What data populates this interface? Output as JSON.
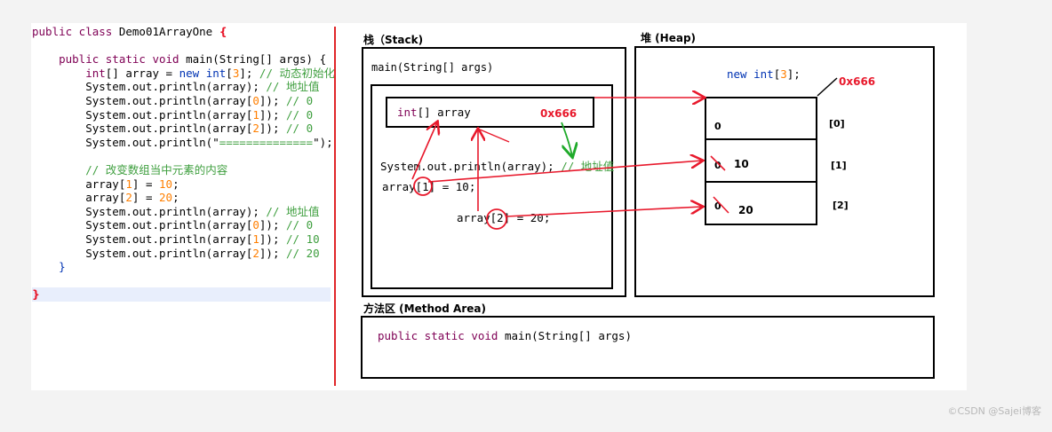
{
  "code_lines": [
    [
      {
        "t": "public class ",
        "c": "kw"
      },
      {
        "t": "Demo01ArrayOne ",
        "c": ""
      },
      {
        "t": "{",
        "c": "red"
      }
    ],
    [],
    [
      {
        "t": "    public static void ",
        "c": "kw"
      },
      {
        "t": "main(String[] args) {",
        "c": ""
      }
    ],
    [
      {
        "t": "        int",
        "c": "kw"
      },
      {
        "t": "[] array = ",
        "c": ""
      },
      {
        "t": "new int",
        "c": "kwb"
      },
      {
        "t": "[",
        "c": ""
      },
      {
        "t": "3",
        "c": "num"
      },
      {
        "t": "]; ",
        "c": ""
      },
      {
        "t": "// 动态初始化",
        "c": "cm"
      }
    ],
    [
      {
        "t": "        System.out.println(array); ",
        "c": ""
      },
      {
        "t": "// 地址值",
        "c": "cm"
      }
    ],
    [
      {
        "t": "        System.out.println(array[",
        "c": ""
      },
      {
        "t": "0",
        "c": "num"
      },
      {
        "t": "]); ",
        "c": ""
      },
      {
        "t": "// 0",
        "c": "cm"
      }
    ],
    [
      {
        "t": "        System.out.println(array[",
        "c": ""
      },
      {
        "t": "1",
        "c": "num"
      },
      {
        "t": "]); ",
        "c": ""
      },
      {
        "t": "// 0",
        "c": "cm"
      }
    ],
    [
      {
        "t": "        System.out.println(array[",
        "c": ""
      },
      {
        "t": "2",
        "c": "num"
      },
      {
        "t": "]); ",
        "c": ""
      },
      {
        "t": "// 0",
        "c": "cm"
      }
    ],
    [
      {
        "t": "        System.out.println(\"",
        "c": ""
      },
      {
        "t": "==============",
        "c": "cm"
      },
      {
        "t": "\");",
        "c": ""
      }
    ],
    [],
    [
      {
        "t": "        // 改变数组当中元素的内容",
        "c": "cm"
      }
    ],
    [
      {
        "t": "        array[",
        "c": ""
      },
      {
        "t": "1",
        "c": "num"
      },
      {
        "t": "] = ",
        "c": ""
      },
      {
        "t": "10",
        "c": "num"
      },
      {
        "t": ";",
        "c": ""
      }
    ],
    [
      {
        "t": "        array[",
        "c": ""
      },
      {
        "t": "2",
        "c": "num"
      },
      {
        "t": "] = ",
        "c": ""
      },
      {
        "t": "20",
        "c": "num"
      },
      {
        "t": ";",
        "c": ""
      }
    ],
    [
      {
        "t": "        System.out.println(array); ",
        "c": ""
      },
      {
        "t": "// 地址值",
        "c": "cm"
      }
    ],
    [
      {
        "t": "        System.out.println(array[",
        "c": ""
      },
      {
        "t": "0",
        "c": "num"
      },
      {
        "t": "]); ",
        "c": ""
      },
      {
        "t": "// 0",
        "c": "cm"
      }
    ],
    [
      {
        "t": "        System.out.println(array[",
        "c": ""
      },
      {
        "t": "1",
        "c": "num"
      },
      {
        "t": "]); ",
        "c": ""
      },
      {
        "t": "// 10",
        "c": "cm"
      }
    ],
    [
      {
        "t": "        System.out.println(array[",
        "c": ""
      },
      {
        "t": "2",
        "c": "num"
      },
      {
        "t": "]); ",
        "c": ""
      },
      {
        "t": "// 20",
        "c": "cm"
      }
    ],
    [
      {
        "t": "    }",
        "c": "kwb"
      }
    ],
    [],
    [
      {
        "t": "}",
        "c": "red"
      }
    ]
  ],
  "stack": {
    "title": "栈（Stack)",
    "frame_label": "main(String[] args)",
    "var_label_kw": "int",
    "var_label_rest": "[] array",
    "address": "0x666",
    "println_code": "System.out.println(array); ",
    "println_comment": "// 地址值",
    "assign1": "array[1] = 10;",
    "assign2": "array[2] = 20;"
  },
  "heap": {
    "title": "堆 (Heap)",
    "new_kw": "new int",
    "new_open": "[",
    "new_num": "3",
    "new_close": "];",
    "address": "0x666",
    "cells": [
      {
        "old": "0",
        "new": "",
        "index": "[0]"
      },
      {
        "old": "0",
        "new": "10",
        "index": "[1]"
      },
      {
        "old": "0",
        "new": "20",
        "index": "[2]"
      }
    ]
  },
  "method_area": {
    "title": "方法区 (Method Area)",
    "kw": "public static void ",
    "rest": "main(String[] args)"
  },
  "watermark": "©CSDN @Sajei博客",
  "colors": {
    "accent_red": "#e8192c",
    "green": "#1faa2a",
    "keyword": "#7f0055"
  }
}
